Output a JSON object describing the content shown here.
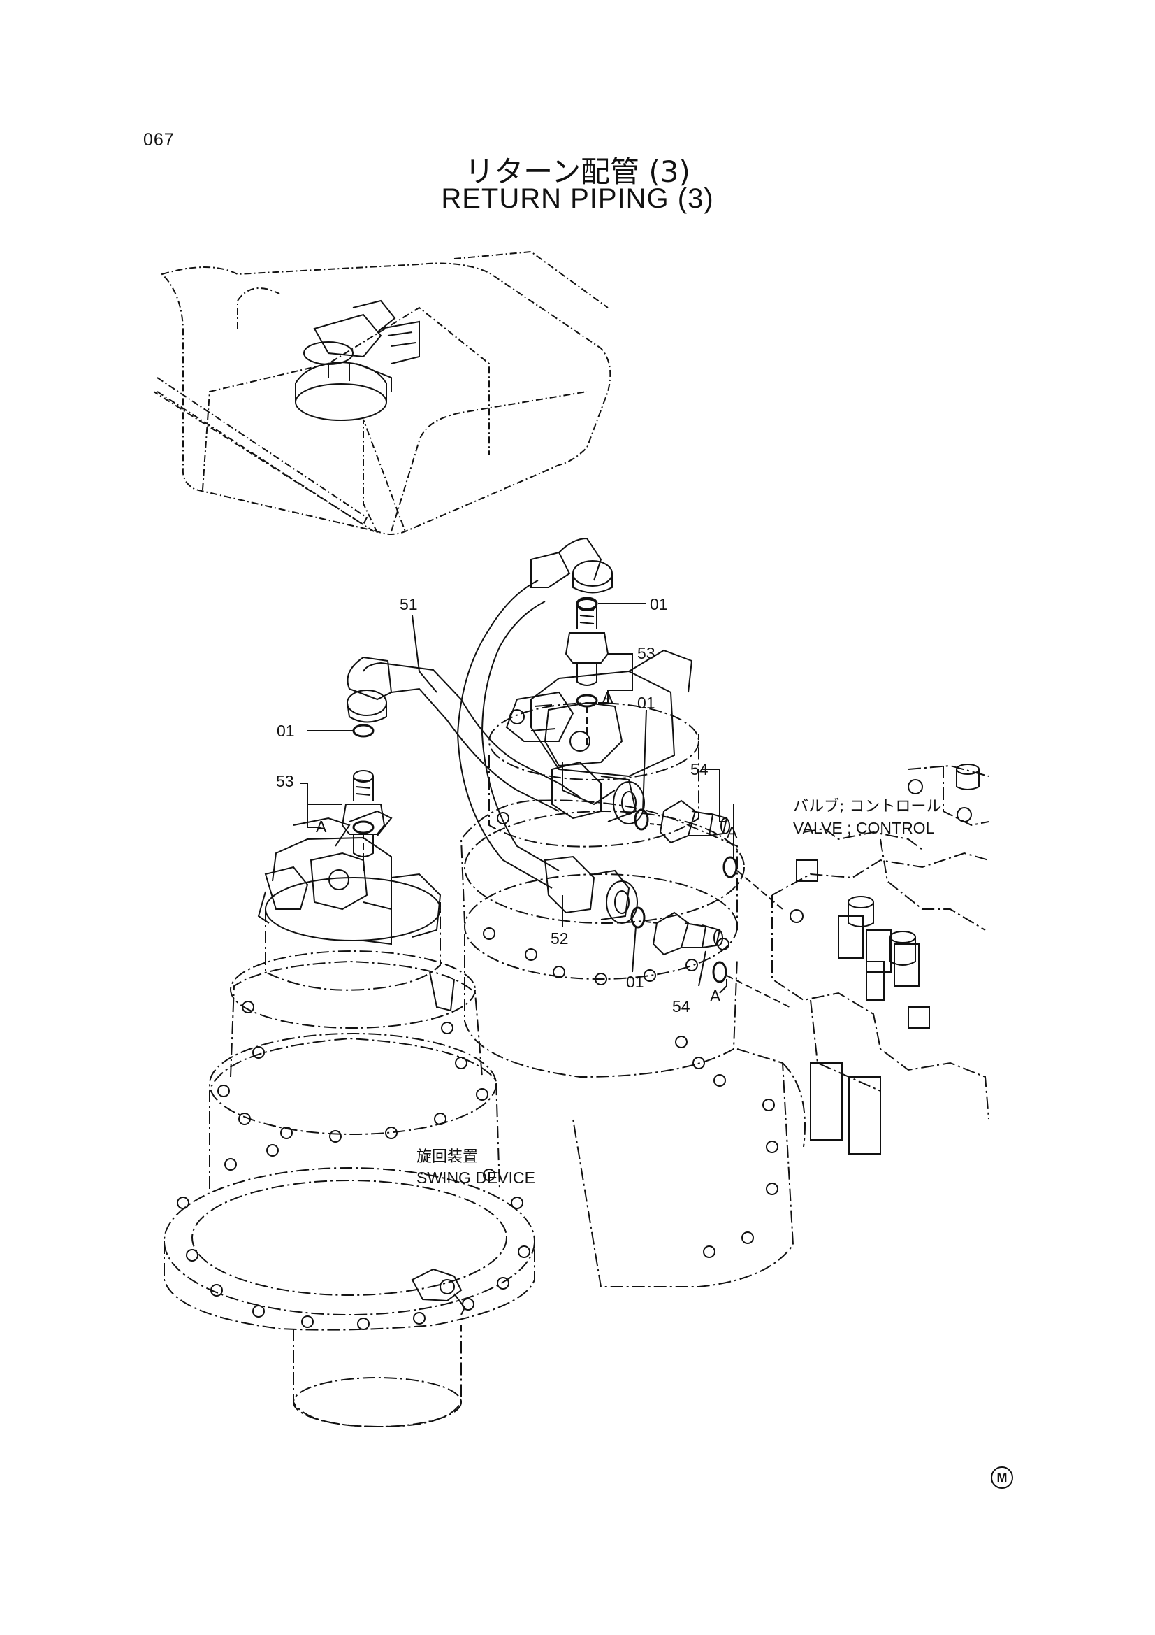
{
  "page": {
    "number": "067"
  },
  "title": {
    "japanese": "リターン配管 (3)",
    "english": "RETURN PIPING (3)"
  },
  "callouts": {
    "hose_51": "51",
    "hose_52": "52",
    "oring_01_right_top": "01",
    "oring_01_middle": "01",
    "oring_01_left": "01",
    "oring_01_bottom": "01",
    "adapter_53_right": "53",
    "adapter_53_left": "53",
    "adapter_54_top": "54",
    "adapter_54_bottom": "54",
    "ref_a_right": "A",
    "ref_a_left": "A",
    "ref_a_valve_top": "A",
    "ref_a_valve_bottom": "A"
  },
  "labels": {
    "valve_control_ja": "バルブ; コントロール",
    "valve_control_en": "VALVE ; CONTROL",
    "swing_device_ja": "旋回装置",
    "swing_device_en": "SWING DEVICE"
  },
  "footer": {
    "mark": "M"
  }
}
